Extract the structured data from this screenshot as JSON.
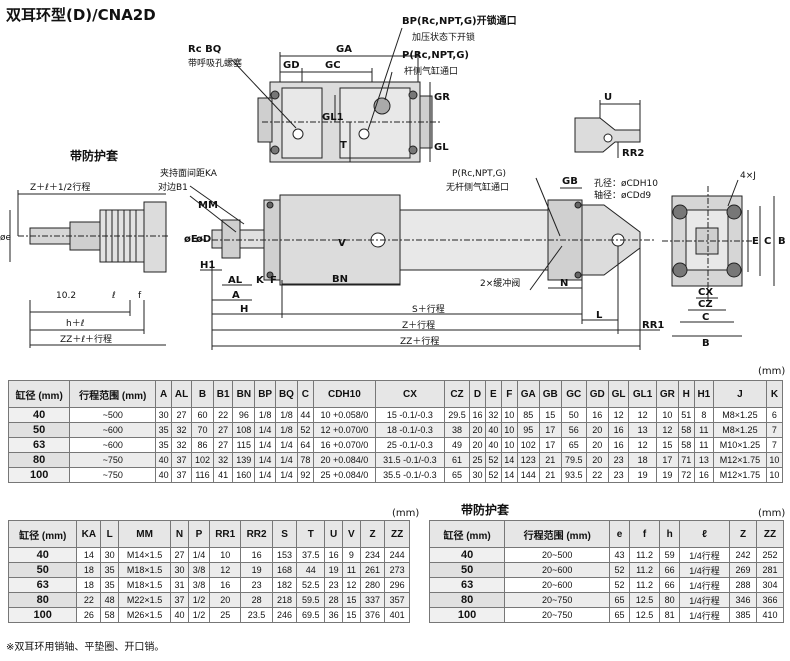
{
  "title": "双耳环型(D)/CNA2D",
  "drawing": {
    "boot_title": "带防护套",
    "top_view": {
      "rc_bq": "Rc BQ",
      "rc_bq_desc": "带呼吸孔螺塞",
      "bp_label": "BP(Rc,NPT,G)开锁通口",
      "bp_desc": "加压状态下开锁",
      "p_label": "P(Rc,NPT,G)",
      "p_desc": "杆侧气缸通口",
      "dims": [
        "GA",
        "GD",
        "GC",
        "GL1",
        "GR",
        "T",
        "GL"
      ]
    },
    "detail_u": {
      "u": "U",
      "rr2": "RR2"
    },
    "boot_side": {
      "z_label": "Z＋ℓ＋1/2行程",
      "e_label": "øe",
      "ten_two": "10.2",
      "l_label": "ℓ",
      "f_label": "f",
      "h_l": "h＋ℓ",
      "zz_l": "ZZ＋ℓ＋行程"
    },
    "main": {
      "ka_label": "夹持面间距KA",
      "b1_label": "对边B1",
      "mm": "MM",
      "oe": "øE",
      "od": "øD",
      "h1": "H1",
      "al": "AL",
      "a": "A",
      "k": "K",
      "f": "F",
      "bn": "BN",
      "v": "V",
      "h": "H",
      "s_stroke": "S＋行程",
      "z_stroke": "Z＋行程",
      "zz_stroke": "ZZ＋行程",
      "p_label": "P(Rc,NPT,G)",
      "p_desc": "无杆侧气缸通口",
      "gb": "GB",
      "cushion": "2×缓冲阀",
      "n": "N",
      "l": "L",
      "rr1": "RR1",
      "hole": "孔径：øCDH10",
      "axis": "轴径：øCDd9"
    },
    "end_view": {
      "four_j": "4×J",
      "e": "E",
      "c": "C",
      "b": "B",
      "cx": "CX",
      "cz": "CZ",
      "cz2": "C",
      "b2": "B"
    }
  },
  "unit": "(mm)",
  "table1": {
    "headers": [
      "缸径\n(mm)",
      "行程范围\n(mm)",
      "A",
      "AL",
      "B",
      "B1",
      "BN",
      "BP",
      "BQ",
      "C",
      "CDH10",
      "CX",
      "CZ",
      "D",
      "E",
      "F",
      "GA",
      "GB",
      "GC",
      "GD",
      "GL",
      "GL1",
      "GR",
      "H",
      "H1",
      "J",
      "K"
    ],
    "rows": [
      [
        "40",
        "~500",
        "30",
        "27",
        "60",
        "22",
        "96",
        "1/8",
        "1/8",
        "44",
        "10 +0.058/0",
        "15 -0.1/-0.3",
        "29.5",
        "16",
        "32",
        "10",
        "85",
        "15",
        "50",
        "16",
        "12",
        "12",
        "10",
        "51",
        "8",
        "M8×1.25",
        "6"
      ],
      [
        "50",
        "~600",
        "35",
        "32",
        "70",
        "27",
        "108",
        "1/4",
        "1/8",
        "52",
        "12 +0.070/0",
        "18 -0.1/-0.3",
        "38",
        "20",
        "40",
        "10",
        "95",
        "17",
        "56",
        "20",
        "16",
        "13",
        "12",
        "58",
        "11",
        "M8×1.25",
        "7"
      ],
      [
        "63",
        "~600",
        "35",
        "32",
        "86",
        "27",
        "115",
        "1/4",
        "1/4",
        "64",
        "16 +0.070/0",
        "25 -0.1/-0.3",
        "49",
        "20",
        "40",
        "10",
        "102",
        "17",
        "65",
        "20",
        "16",
        "12",
        "15",
        "58",
        "11",
        "M10×1.25",
        "7"
      ],
      [
        "80",
        "~750",
        "40",
        "37",
        "102",
        "32",
        "139",
        "1/4",
        "1/4",
        "78",
        "20 +0.084/0",
        "31.5 -0.1/-0.3",
        "61",
        "25",
        "52",
        "14",
        "123",
        "21",
        "79.5",
        "20",
        "23",
        "18",
        "17",
        "71",
        "13",
        "M12×1.75",
        "10"
      ],
      [
        "100",
        "~750",
        "40",
        "37",
        "116",
        "41",
        "160",
        "1/4",
        "1/4",
        "92",
        "25 +0.084/0",
        "35.5 -0.1/-0.3",
        "65",
        "30",
        "52",
        "14",
        "144",
        "21",
        "93.5",
        "22",
        "23",
        "19",
        "19",
        "72",
        "16",
        "M12×1.75",
        "10"
      ]
    ]
  },
  "table2": {
    "headers": [
      "缸径\n(mm)",
      "KA",
      "L",
      "MM",
      "N",
      "P",
      "RR1",
      "RR2",
      "S",
      "T",
      "U",
      "V",
      "Z",
      "ZZ"
    ],
    "rows": [
      [
        "40",
        "14",
        "30",
        "M14×1.5",
        "27",
        "1/4",
        "10",
        "16",
        "153",
        "37.5",
        "16",
        "9",
        "234",
        "244"
      ],
      [
        "50",
        "18",
        "35",
        "M18×1.5",
        "30",
        "3/8",
        "12",
        "19",
        "168",
        "44",
        "19",
        "11",
        "261",
        "273"
      ],
      [
        "63",
        "18",
        "35",
        "M18×1.5",
        "31",
        "3/8",
        "16",
        "23",
        "182",
        "52.5",
        "23",
        "12",
        "280",
        "296"
      ],
      [
        "80",
        "22",
        "48",
        "M22×1.5",
        "37",
        "1/2",
        "20",
        "28",
        "218",
        "59.5",
        "28",
        "15",
        "337",
        "357"
      ],
      [
        "100",
        "26",
        "58",
        "M26×1.5",
        "40",
        "1/2",
        "25",
        "23.5",
        "246",
        "69.5",
        "36",
        "15",
        "376",
        "401"
      ]
    ]
  },
  "table3": {
    "headers": [
      "缸径\n(mm)",
      "行程范围\n(mm)",
      "e",
      "f",
      "h",
      "ℓ",
      "Z",
      "ZZ"
    ],
    "rows": [
      [
        "40",
        "20~500",
        "43",
        "11.2",
        "59",
        "1/4行程",
        "242",
        "252"
      ],
      [
        "50",
        "20~600",
        "52",
        "11.2",
        "66",
        "1/4行程",
        "269",
        "281"
      ],
      [
        "63",
        "20~600",
        "52",
        "11.2",
        "66",
        "1/4行程",
        "288",
        "304"
      ],
      [
        "80",
        "20~750",
        "65",
        "12.5",
        "80",
        "1/4行程",
        "346",
        "366"
      ],
      [
        "100",
        "20~750",
        "65",
        "12.5",
        "81",
        "1/4行程",
        "385",
        "410"
      ]
    ]
  },
  "footnote": "※双耳环用销轴、平垫圈、开口销。"
}
